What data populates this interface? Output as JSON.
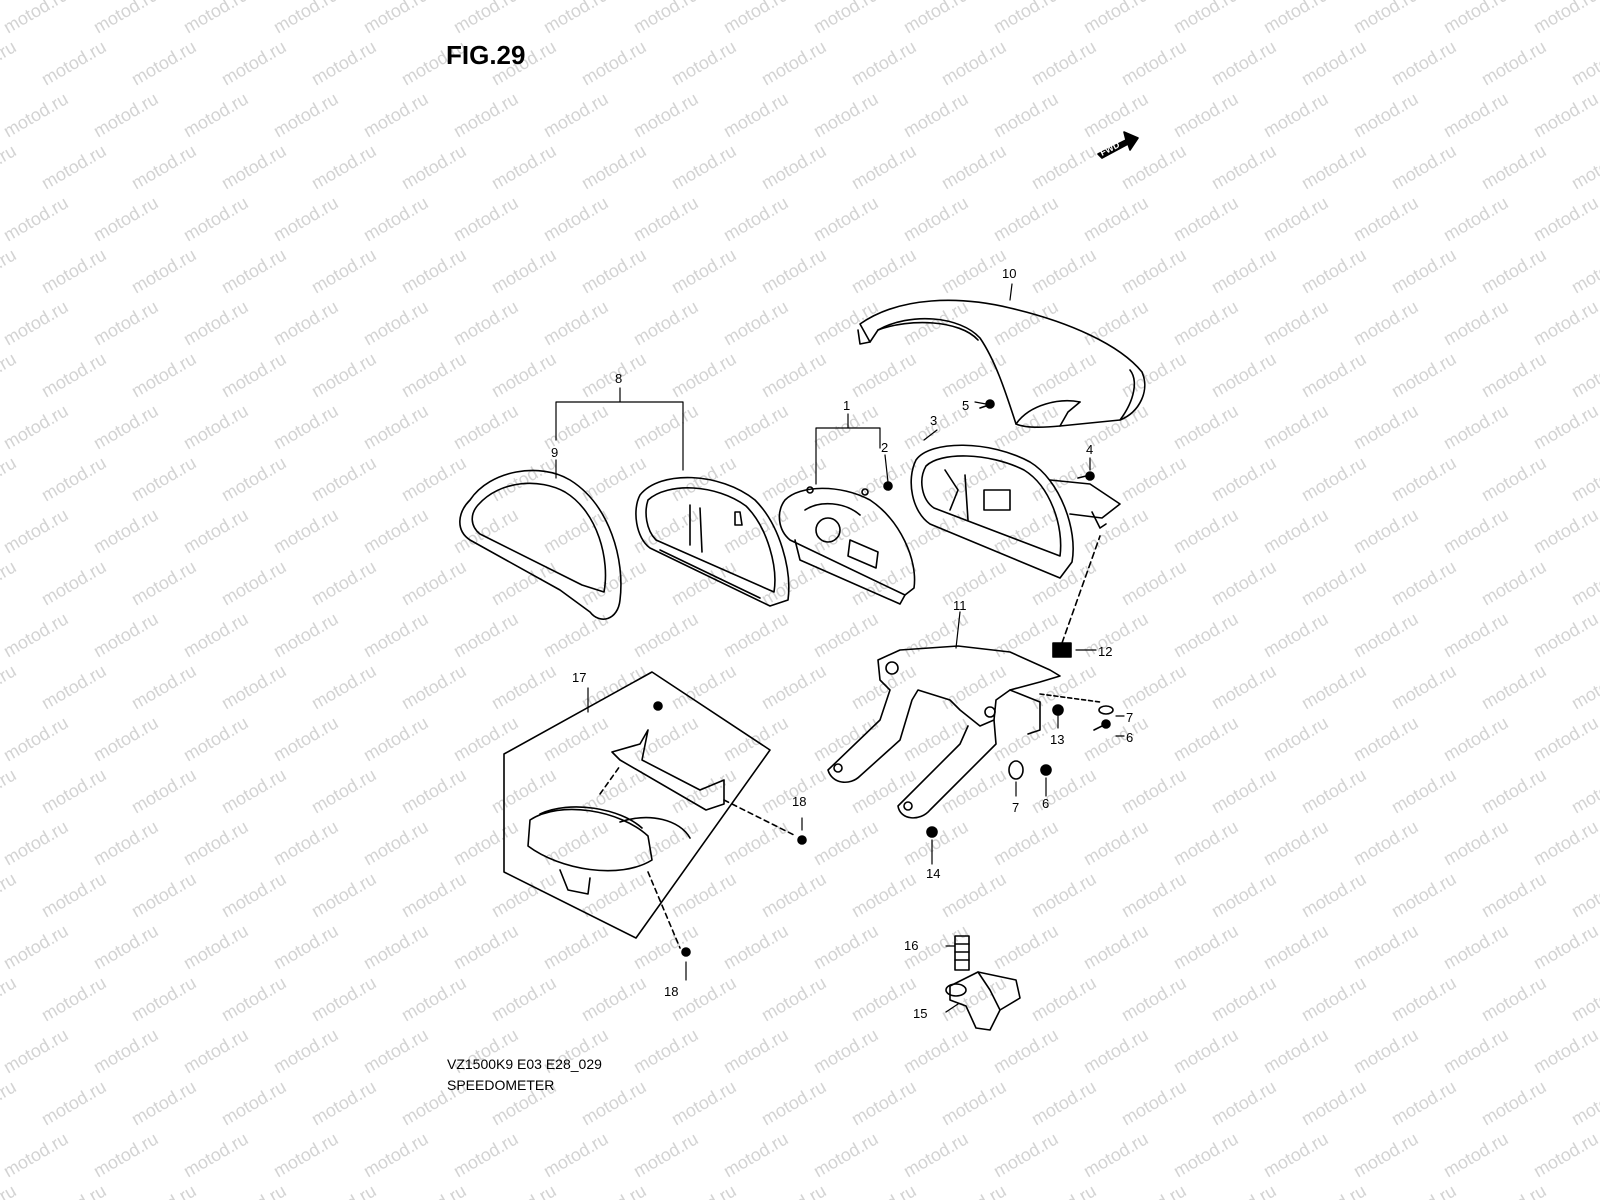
{
  "figure": {
    "title": "FIG.29",
    "code": "VZ1500K9 E03 E28_029",
    "caption": "SPEEDOMETER",
    "fwd_label": "FWD",
    "watermark": "motod.ru"
  },
  "callouts": {
    "c1": "1",
    "c2": "2",
    "c3": "3",
    "c4": "4",
    "c5": "5",
    "c6a": "6",
    "c6b": "6",
    "c7a": "7",
    "c7b": "7",
    "c8": "8",
    "c9": "9",
    "c10": "10",
    "c11": "11",
    "c12": "12",
    "c13": "13",
    "c14": "14",
    "c15": "15",
    "c16": "16",
    "c17": "17",
    "c18a": "18",
    "c18b": "18"
  },
  "colors": {
    "line": "#000000",
    "watermark": "#d3d3d3",
    "background": "#ffffff"
  }
}
